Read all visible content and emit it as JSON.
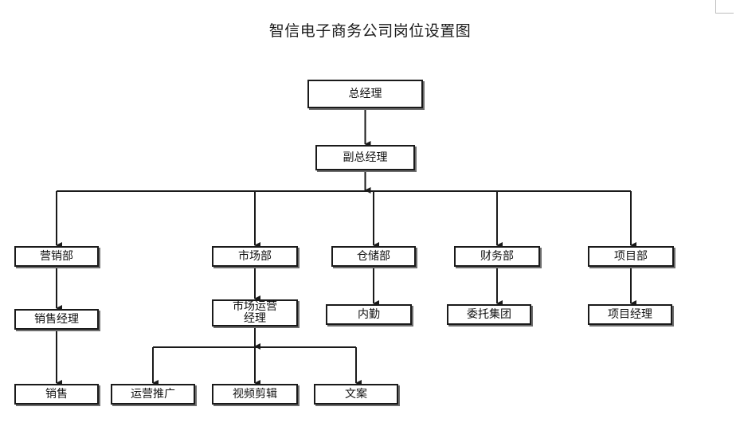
{
  "title": "智信电子商务公司岗位设置图",
  "nodes": {
    "ceo": "总经理",
    "deputy": "副总经理",
    "marketing": "营销部",
    "sales_manager": "销售经理",
    "sales": "销售",
    "market": "市场部",
    "market_ops_manager": "市场运营\n经理",
    "ops_promo": "运营推广",
    "video_edit": "视频剪辑",
    "copywriting": "文案",
    "warehouse": "仓储部",
    "logistics_staff": "内勤",
    "finance": "财务部",
    "outsourced_group": "委托集团",
    "project": "项目部",
    "project_manager": "项目经理"
  },
  "edges": [
    [
      "ceo",
      "deputy"
    ],
    [
      "deputy",
      "marketing"
    ],
    [
      "deputy",
      "market"
    ],
    [
      "deputy",
      "warehouse"
    ],
    [
      "deputy",
      "finance"
    ],
    [
      "deputy",
      "project"
    ],
    [
      "marketing",
      "sales_manager"
    ],
    [
      "sales_manager",
      "sales"
    ],
    [
      "market",
      "market_ops_manager"
    ],
    [
      "market_ops_manager",
      "ops_promo"
    ],
    [
      "market_ops_manager",
      "video_edit"
    ],
    [
      "market_ops_manager",
      "copywriting"
    ],
    [
      "warehouse",
      "logistics_staff"
    ],
    [
      "finance",
      "outsourced_group"
    ],
    [
      "project",
      "project_manager"
    ]
  ]
}
